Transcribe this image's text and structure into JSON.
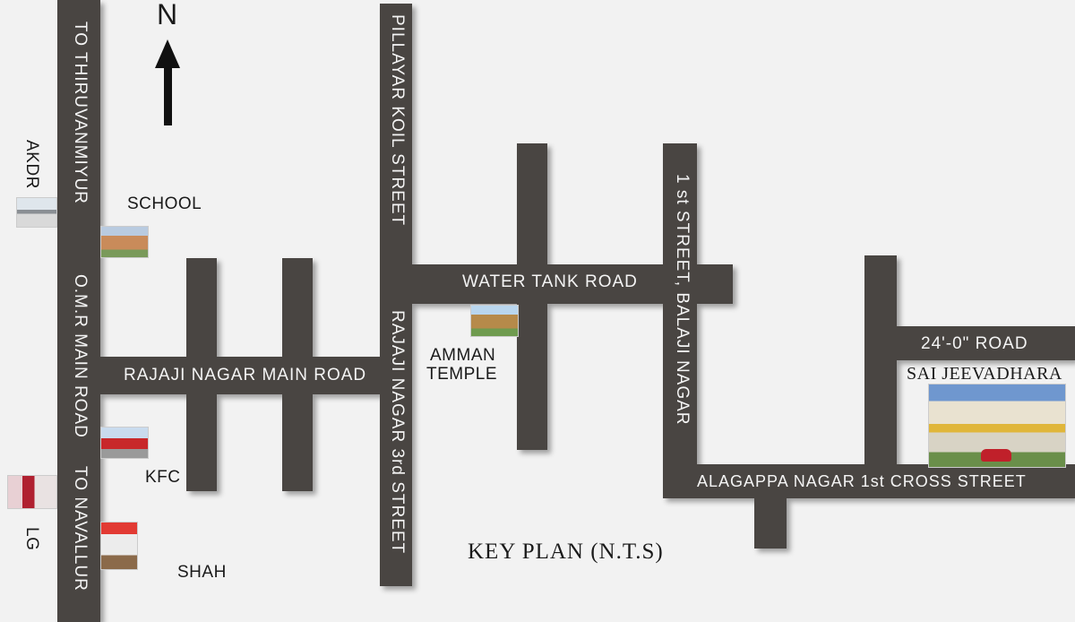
{
  "compass": {
    "letter": "N"
  },
  "roads": {
    "omr_north": "TO THIRUVANMIYUR",
    "omr_main": "O.M.R MAIN ROAD",
    "omr_south": "TO NAVALLUR",
    "pillayar": "PILLAYAR KOIL STREET",
    "rajaji_3rd": "RAJAJI NAGAR 3rd STREET",
    "rajaji_main": "RAJAJI NAGAR MAIN ROAD",
    "water_tank": "WATER TANK ROAD",
    "balaji": "1 st STREET, BALAJI NAGAR",
    "road_24": "24'-0\" ROAD",
    "alagappa": "ALAGAPPA NAGAR 1st CROSS STREET"
  },
  "landmarks": {
    "akdr": "AKDR",
    "school": "SCHOOL",
    "amman_line1": "AMMAN",
    "amman_line2": "TEMPLE",
    "kfc": "KFC",
    "lg": "LG",
    "shah": "SHAH",
    "project": "SAI JEEVADHARA"
  },
  "key_plan": "KEY PLAN (N.T.S)",
  "colors": {
    "road": "#4a4542",
    "background": "#f2f2f2",
    "road_text": "#f4f4f4"
  }
}
